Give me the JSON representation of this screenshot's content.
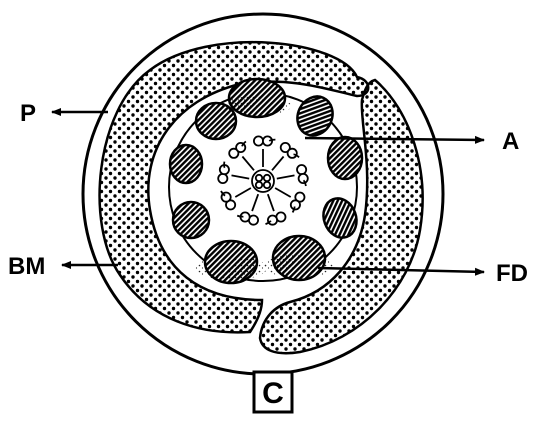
{
  "figure": {
    "panel_label": "C",
    "labels": {
      "p": "P",
      "a": "A",
      "bm": "BM",
      "fd": "FD"
    },
    "colors": {
      "ink": "#000000",
      "paper": "#ffffff"
    }
  }
}
